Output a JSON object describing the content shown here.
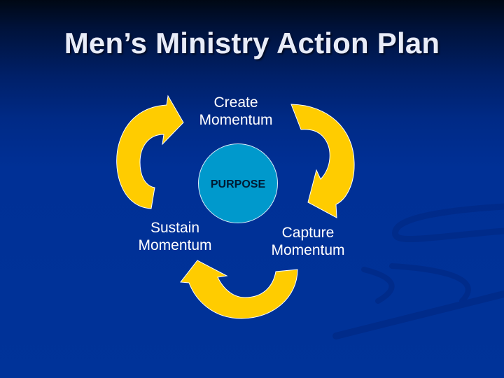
{
  "slide": {
    "title": "Men’s Ministry Action Plan",
    "background_color": "#003399",
    "accent_arrow_color": "#FFCC00",
    "center_circle_color": "#0099CC"
  },
  "diagram": {
    "type": "cycle",
    "center": {
      "label": "PURPOSE"
    },
    "stages": [
      {
        "id": "create",
        "line1": "Create",
        "line2": "Momentum",
        "position": "top"
      },
      {
        "id": "capture",
        "line1": "Capture",
        "line2": "Momentum",
        "position": "bottom-right"
      },
      {
        "id": "sustain",
        "line1": "Sustain",
        "line2": "Momentum",
        "position": "bottom-left"
      }
    ],
    "arrows": [
      {
        "from": "sustain",
        "to": "create",
        "icon": "curved-arrow-up-right-icon"
      },
      {
        "from": "create",
        "to": "capture",
        "icon": "curved-arrow-down-icon"
      },
      {
        "from": "capture",
        "to": "sustain",
        "icon": "curved-arrow-left-up-icon"
      }
    ]
  }
}
